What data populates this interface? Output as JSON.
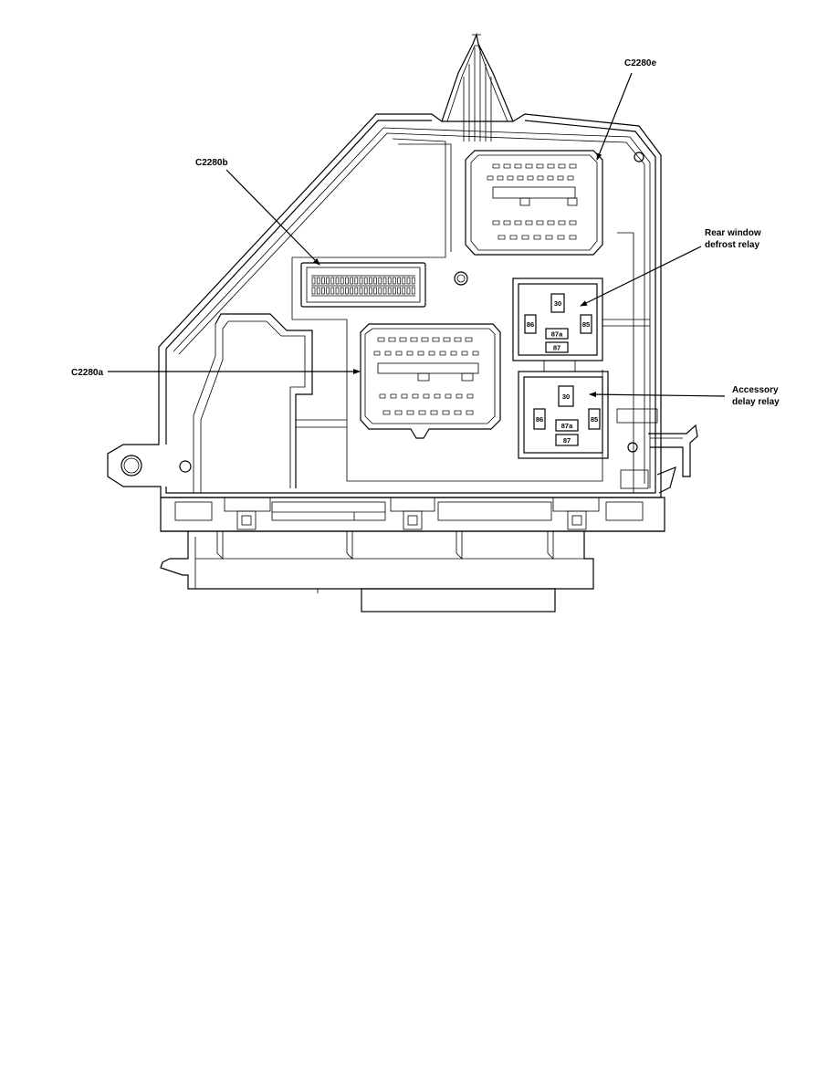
{
  "callouts": {
    "c2280e": "C2280e",
    "c2280b": "C2280b",
    "c2280a": "C2280a",
    "rear_defrost": [
      "Rear window",
      "defrost relay"
    ],
    "accessory_delay": [
      "Accessory",
      "delay relay"
    ]
  },
  "relay_pins": {
    "rear_defrost": {
      "p30": "30",
      "p86": "86",
      "p85": "85",
      "p87a": "87a",
      "p87": "87"
    },
    "accessory_delay": {
      "p30": "30",
      "p86": "86",
      "p85": "85",
      "p87a": "87a",
      "p87": "87"
    }
  }
}
